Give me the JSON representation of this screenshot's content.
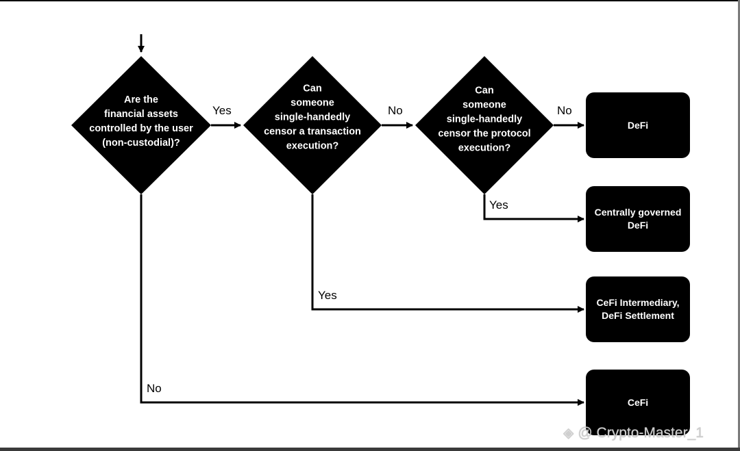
{
  "decisions": [
    {
      "id": "d1",
      "text": "Are the\nfinancial assets\ncontrolled by the user\n(non-custodial)?"
    },
    {
      "id": "d2",
      "text": "Can\nsomeone\nsingle-handedly\ncensor a transaction\nexecution?"
    },
    {
      "id": "d3",
      "text": "Can\nsomeone\nsingle-handedly\ncensor the protocol\nexecution?"
    }
  ],
  "outcomes": [
    {
      "id": "defi",
      "text": "DeFi"
    },
    {
      "id": "centrally-governed-defi",
      "text": "Centrally governed\nDeFi"
    },
    {
      "id": "cefi-intermediary",
      "text": "CeFi Intermediary,\nDeFi Settlement"
    },
    {
      "id": "cefi",
      "text": "CeFi"
    }
  ],
  "edge_labels": {
    "d1_to_d2": "Yes",
    "d2_to_d3": "No",
    "d3_to_defi": "No",
    "d3_to_centrally": "Yes",
    "d2_to_cefi_intermediary": "Yes",
    "d1_to_cefi": "No"
  },
  "watermark": {
    "text": "@ Crypto-Master_1",
    "icon": "binance-diamond-icon"
  },
  "colors": {
    "shape": "#000000",
    "shape_text": "#ffffff",
    "line": "#000000"
  }
}
